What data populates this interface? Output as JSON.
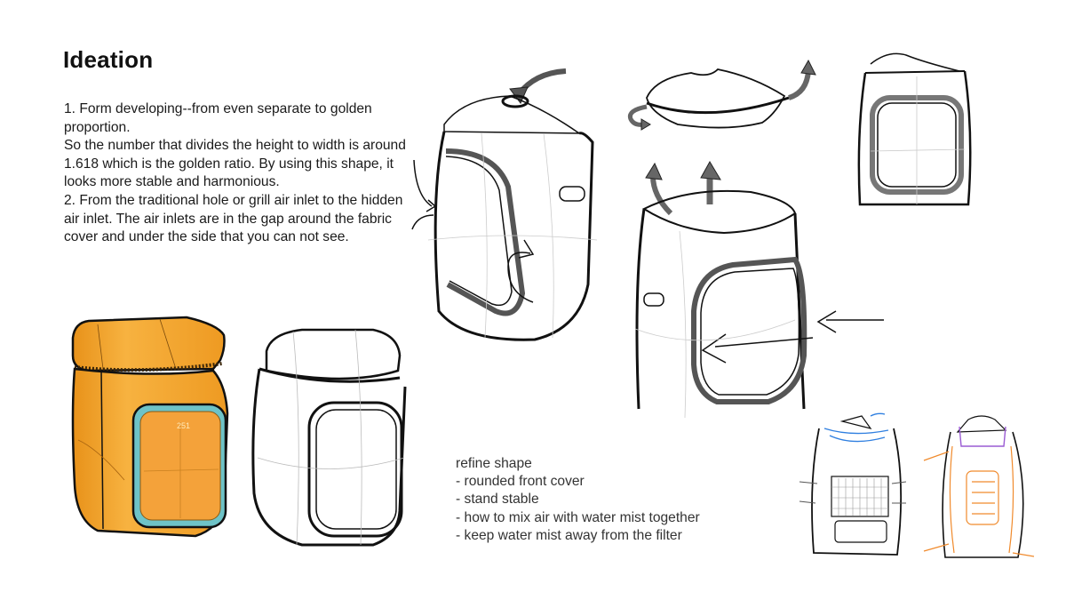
{
  "page": {
    "title": "Ideation",
    "description": [
      "1. Form developing--from even separate to golden proportion.",
      "So the number that divides the height to width is around 1.618 which is the golden ratio. By using this shape, it looks more stable and harmonious.",
      "2. From the traditional hole or grill air inlet to the hidden air inlet. The air inlets are in the gap around the fabric cover and under the side that you can not see."
    ],
    "notes": {
      "heading": "refine shape",
      "items": [
        "- rounded front cover",
        "- stand stable",
        "- how to mix air with water mist together",
        "- keep water mist away from the filter"
      ]
    }
  },
  "sketches": {
    "orange_render": {
      "display_value": "251",
      "body_color": "#F5A623",
      "ring_color": "#6EC3C7"
    },
    "accent_colors": {
      "blue_flow": "#2F7FE0",
      "orange_flow": "#F08A2C",
      "purple_flow": "#9A5BD3"
    }
  }
}
